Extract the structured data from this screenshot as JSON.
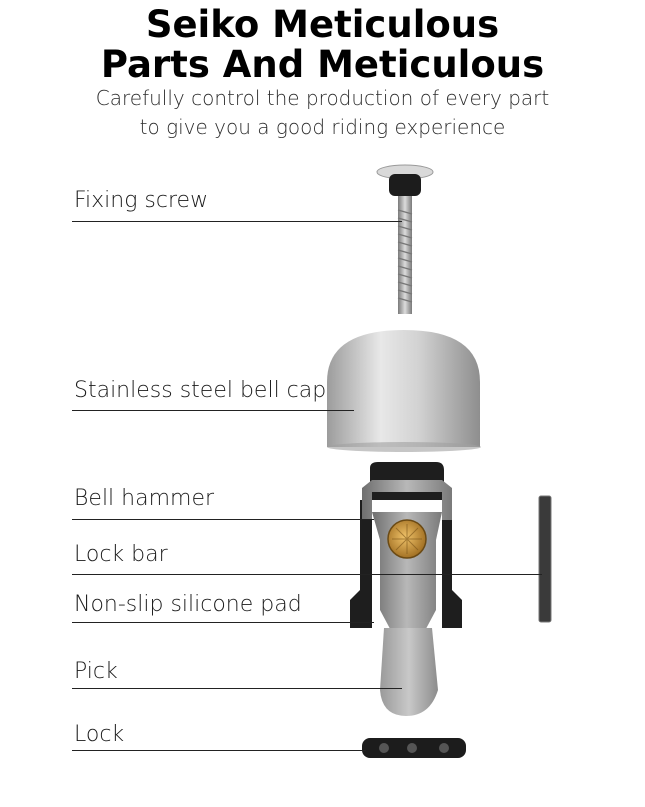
{
  "header": {
    "title_line1": "Seiko Meticulous",
    "title_line2": "Parts And Meticulous",
    "subtitle_line1": "Carefully control the production of every part",
    "subtitle_line2": "to give you a good riding experience"
  },
  "parts": [
    {
      "label": "Fixing screw"
    },
    {
      "label": "Stainless steel bell cap"
    },
    {
      "label": "Bell hammer"
    },
    {
      "label": "Lock bar"
    },
    {
      "label": "Non-slip silicone pad"
    },
    {
      "label": "Pick"
    },
    {
      "label": "Lock"
    }
  ],
  "colors": {
    "text": "#111111",
    "metal_silver": "#c9c9c9",
    "black_plastic": "#1e1e1e",
    "gray_bracket": "#8a8a8a",
    "brass": "#c8963e"
  }
}
